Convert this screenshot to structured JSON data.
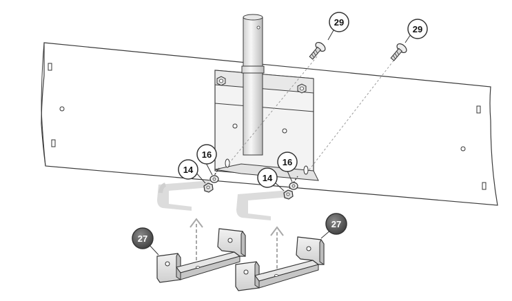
{
  "diagram": {
    "callouts": {
      "screw_left": "29",
      "screw_right": "29",
      "washer_left": "16",
      "nut_left": "14",
      "washer_right": "16",
      "nut_right": "14",
      "bracket_left": "27",
      "bracket_right": "27"
    }
  },
  "colors": {
    "outline": "#3a3a3a",
    "ghost_part": "#d8d8d8",
    "dark_callout": "#555555",
    "guide_line": "#9a9a9a"
  }
}
